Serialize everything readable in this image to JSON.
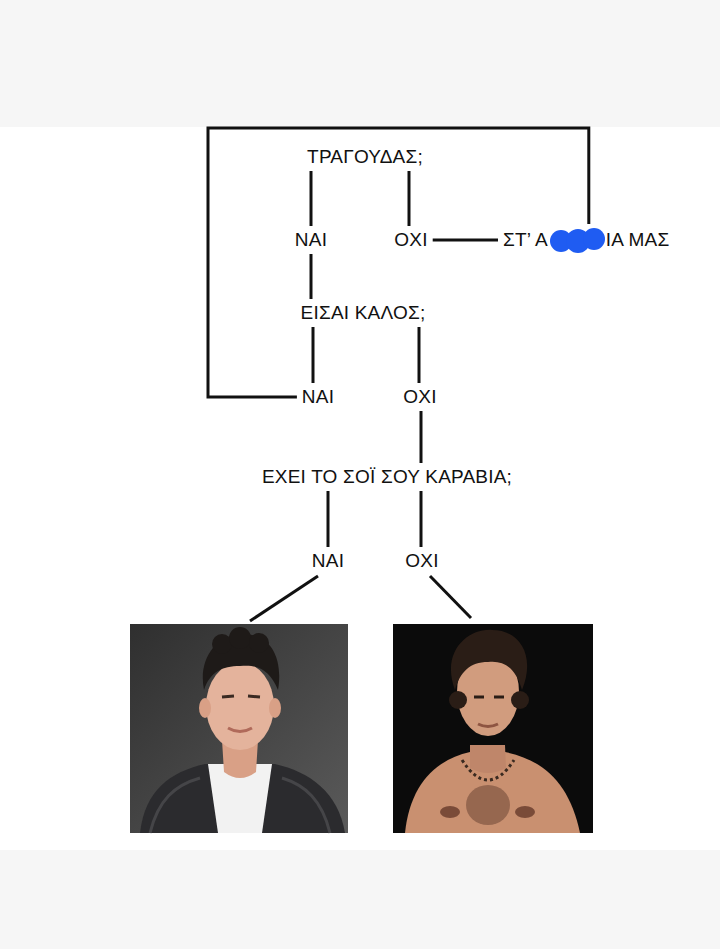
{
  "diagram": {
    "nodes": [
      {
        "text": [
          "ΤΡΑΓΟΥΔΑΣ;"
        ]
      },
      {
        "text": [
          "ΝΑΙ"
        ]
      },
      {
        "text": [
          "ΟΧΙ"
        ]
      },
      {
        "text": [
          "ΣΤ’ Α",
          "ΙΑ ΜΑΣ"
        ]
      },
      {
        "text": [
          "ΕΙΣΑΙ ΚΑΛΟΣ;"
        ]
      },
      {
        "text": [
          "ΝΑΙ"
        ]
      },
      {
        "text": [
          "ΟΧΙ"
        ]
      },
      {
        "text": [
          "ΕΧΕΙ ΤΟ ΣΟΪ ΣΟΥ ΚΑΡΑΒΙΑ;"
        ]
      },
      {
        "text": [
          "ΝΑΙ"
        ]
      },
      {
        "text": [
          "ΟΧΙ"
        ]
      }
    ],
    "edges": [
      {
        "from": 0,
        "to": 1,
        "arrow": "none"
      },
      {
        "from": 0,
        "to": 2,
        "arrow": "none"
      },
      {
        "from": 2,
        "to": 3,
        "arrow": "none"
      },
      {
        "from": 5,
        "to": 3,
        "arrow": "none"
      },
      {
        "from": 1,
        "to": 4,
        "arrow": "none"
      },
      {
        "from": 4,
        "to": 5,
        "arrow": "none"
      },
      {
        "from": 4,
        "to": 6,
        "arrow": "none"
      },
      {
        "from": 6,
        "to": 7,
        "arrow": "none"
      },
      {
        "from": 7,
        "to": 8,
        "arrow": "none"
      },
      {
        "from": 7,
        "to": 9,
        "arrow": "none"
      }
    ]
  }
}
